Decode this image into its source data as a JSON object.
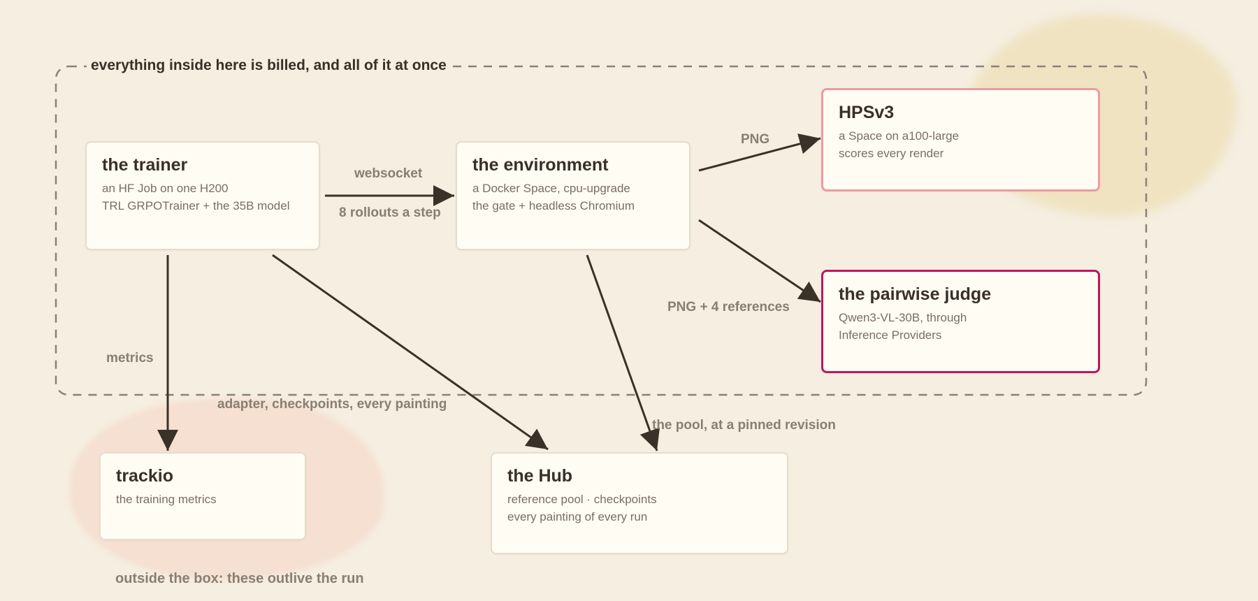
{
  "group": {
    "label": "everything inside here is billed, and all of it at once"
  },
  "nodes": {
    "trainer": {
      "title": "the trainer",
      "lines": [
        "an HF Job on one H200",
        "TRL GRPOTrainer + the 35B model"
      ]
    },
    "environment": {
      "title": "the environment",
      "lines": [
        "a Docker Space, cpu-upgrade",
        "the gate + headless Chromium"
      ]
    },
    "hpsv3": {
      "title": "HPSv3",
      "lines": [
        "a Space on a100-large",
        "scores every render"
      ]
    },
    "judge": {
      "title": "the pairwise judge",
      "lines": [
        "Qwen3-VL-30B, through",
        "Inference Providers"
      ]
    },
    "trackio": {
      "title": "trackio",
      "lines": [
        "the training metrics"
      ]
    },
    "hub": {
      "title": "the Hub",
      "lines": [
        "reference pool · checkpoints",
        "every painting of every run"
      ]
    }
  },
  "edge_labels": {
    "websocket": "websocket",
    "rollouts": "8 rollouts a step",
    "png": "PNG",
    "png_refs": "PNG + 4 references",
    "metrics": "metrics",
    "adapter": "adapter, checkpoints, every painting",
    "pool": "the pool, at a pinned revision"
  },
  "footer": "outside the box: these outlive the run",
  "colors": {
    "background": "#f5eee1",
    "arrow": "#3a3128",
    "group_border": "#8a8278",
    "hps_border": "#ef9aa0",
    "judge_border": "#c0165e"
  }
}
